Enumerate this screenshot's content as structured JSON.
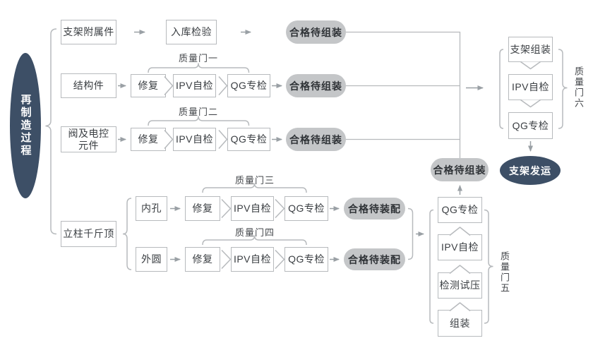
{
  "colors": {
    "dark_node": "#3d4f66",
    "pill_bg": "#c4c6c8",
    "line": "#b7babd",
    "arrow": "#9aa0a5",
    "text": "#3a3e42"
  },
  "root": {
    "label": "再制造过程"
  },
  "rows": {
    "attachment": {
      "part": "支架附属件",
      "step": "入库检验",
      "result": "合格待组装"
    },
    "structure": {
      "part": "结构件",
      "gate": "质量门一",
      "repair": "修复",
      "ipv": "IPV自检",
      "qg": "QG专检",
      "result": "合格待组装"
    },
    "valve": {
      "part": "阀及电控元件",
      "gate": "质量门二",
      "repair": "修复",
      "ipv": "IPV自检",
      "qg": "QG专检",
      "result": "合格待组装"
    },
    "jack": {
      "part": "立柱千斤顶"
    },
    "inner": {
      "part": "内孔",
      "gate": "质量门三",
      "repair": "修复",
      "ipv": "IPV自检",
      "qg": "QG专检",
      "result": "合格待装配"
    },
    "outer": {
      "part": "外圆",
      "gate": "质量门四",
      "repair": "修复",
      "ipv": "IPV自检",
      "qg": "QG专检",
      "result": "合格待装配"
    }
  },
  "jack_stack": {
    "gate": "质量门五",
    "qg": "QG专检",
    "ipv": "IPV自检",
    "test": "检测试压",
    "assemble": "组装",
    "result": "合格待组装"
  },
  "final_stack": {
    "gate": "质量门六",
    "assemble": "支架组装",
    "ipv": "IPV自检",
    "qg": "QG专检"
  },
  "ship": {
    "label": "支架发运"
  }
}
